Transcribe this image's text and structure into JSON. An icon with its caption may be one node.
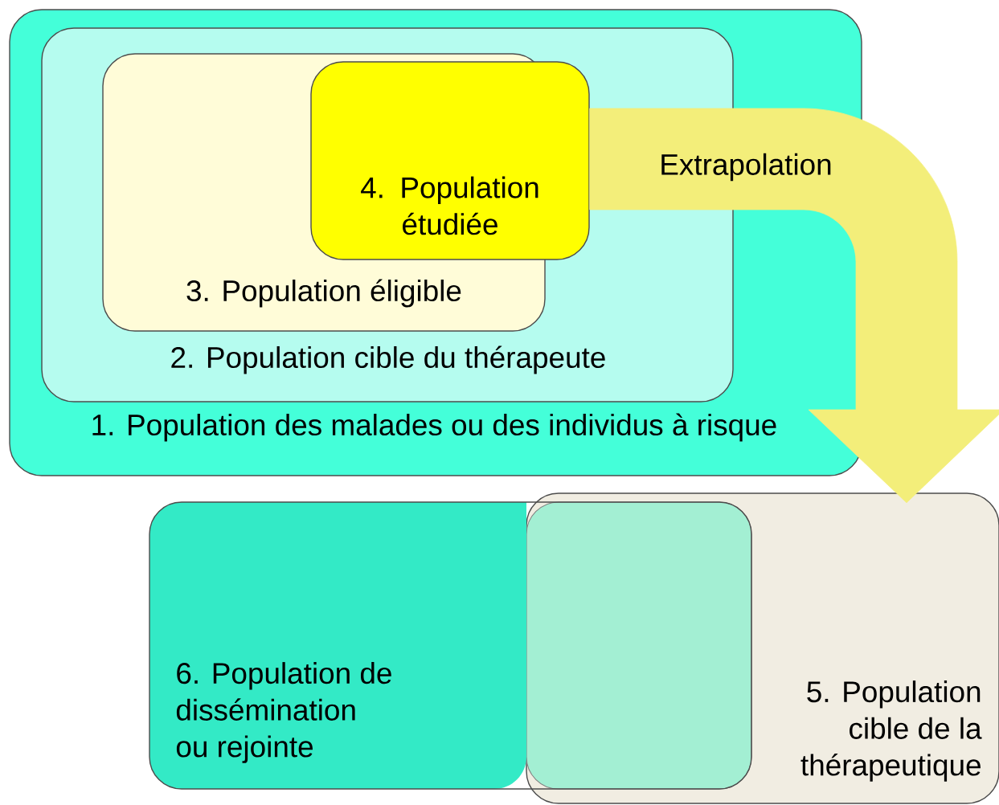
{
  "diagram": {
    "nodes": [
      {
        "text": [
          "1. Population des malades ou des individus à risque"
        ]
      },
      {
        "text": [
          "2. Population cible du thérapeute"
        ],
        "in": 0
      },
      {
        "text": [
          "3. Population éligible"
        ],
        "in": 1
      },
      {
        "text": [
          "4. Population étudiée"
        ],
        "in": 1
      },
      {
        "text": [
          "5. Population cible de la thérapeutique"
        ]
      },
      {
        "text": [
          "6. Population de dissémination ou rejointe"
        ]
      }
    ],
    "edges": [
      {
        "from": 3,
        "to": 4,
        "arrow": "to",
        "label": "Extrapolation"
      }
    ]
  }
}
